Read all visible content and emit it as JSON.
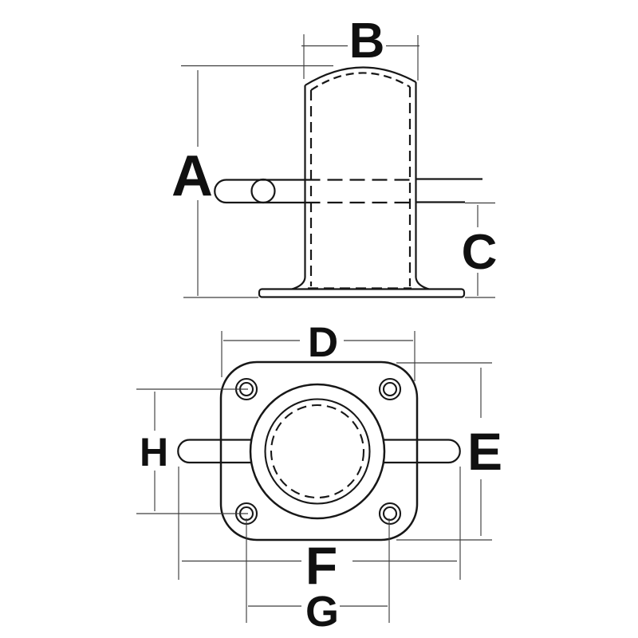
{
  "document": {
    "kind": "technical line drawing",
    "subject": "Deck bollard / mooring post with square base flange, shown in two orthographic views (side elevation above, plan view below)",
    "background": "#ffffff"
  },
  "colors": {
    "object_line": "#171717",
    "dimension_line": "#3d3d3d",
    "label_text": "#101010",
    "background": "#ffffff"
  },
  "views": {
    "side_elevation": {
      "name": "side elevation",
      "features": [
        "arched-top cylindrical post",
        "through pin with round cross-section (hatched)",
        "base flange plate",
        "hidden lines dashed"
      ],
      "dimension_labels": [
        "A",
        "B",
        "C"
      ]
    },
    "plan_view": {
      "name": "plan view",
      "features": [
        "rounded-square flange",
        "four bolt holes",
        "central boss with concentric circles",
        "through pin with rounded ends"
      ],
      "dimension_labels": [
        "D",
        "E",
        "F",
        "G",
        "H"
      ]
    }
  },
  "labels": {
    "a": "A",
    "b": "B",
    "c": "C",
    "d": "D",
    "e": "E",
    "f": "F",
    "g": "G",
    "h": "H"
  }
}
